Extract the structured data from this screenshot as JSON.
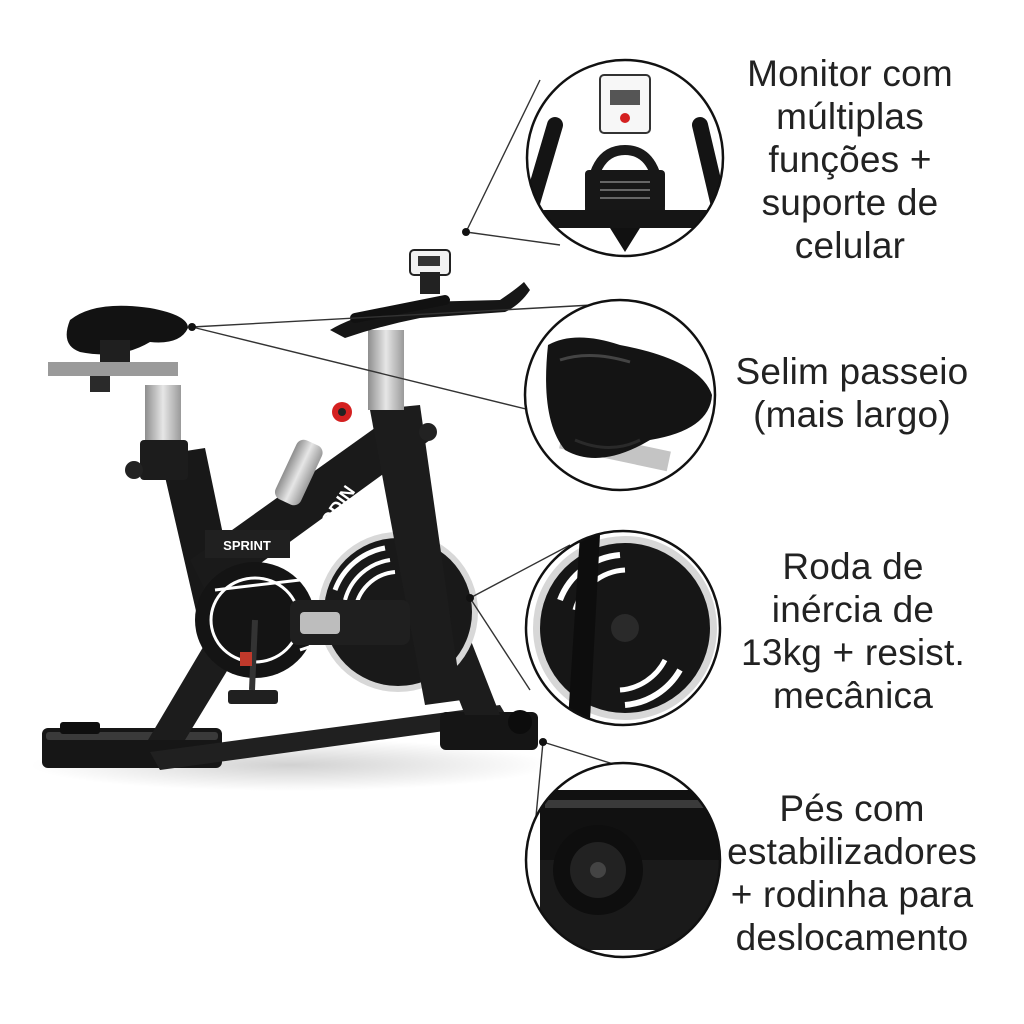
{
  "bike": {
    "brand_logo": "ODIN",
    "model_label": "SPRINT"
  },
  "callouts": [
    {
      "id": "monitor",
      "lines": [
        "Monitor com",
        "múltiplas",
        "funções +",
        "suporte de",
        "celular"
      ]
    },
    {
      "id": "saddle",
      "lines": [
        "Selim passeio",
        "(mais largo)"
      ]
    },
    {
      "id": "flywheel",
      "lines": [
        "Roda de",
        "inércia de",
        "13kg + resist.",
        "mecânica"
      ]
    },
    {
      "id": "feet",
      "lines": [
        "Pés com",
        "estabilizadores",
        "+ rodinha para",
        "deslocamento"
      ]
    }
  ],
  "colors": {
    "frame": "#1b1b1b",
    "accent_silver": "#c9c9c9",
    "knob_red": "#d42020",
    "text": "#222222"
  }
}
